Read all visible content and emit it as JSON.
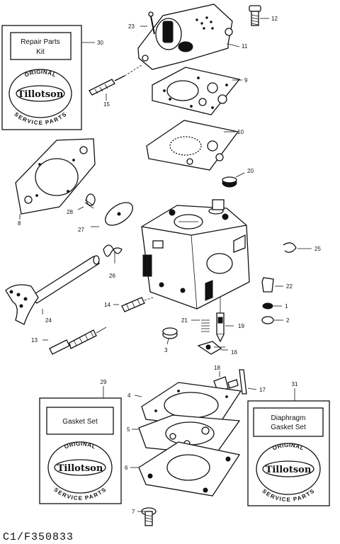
{
  "kits": {
    "repair": {
      "title_line1": "Repair Parts",
      "title_line2": "Kit",
      "ref": "30"
    },
    "gasket": {
      "title": "Gasket Set",
      "ref": "29"
    },
    "diaphragm": {
      "title_line1": "Diaphragm",
      "title_line2": "Gasket Set",
      "ref": "31"
    },
    "arc_top": "ORIGINAL",
    "arc_bottom": "SERVICE PARTS",
    "brand": "Tillotson"
  },
  "callouts": [
    "1",
    "2",
    "3",
    "4",
    "5",
    "6",
    "7",
    "8",
    "9",
    "10",
    "11",
    "12",
    "13",
    "14",
    "15",
    "16",
    "17",
    "18",
    "19",
    "20",
    "21",
    "22",
    "23",
    "24",
    "25",
    "26",
    "27",
    "28"
  ],
  "footer": {
    "reference": "C1/F350833"
  },
  "colors": {
    "ink": "#111111",
    "paper": "#ffffff"
  }
}
